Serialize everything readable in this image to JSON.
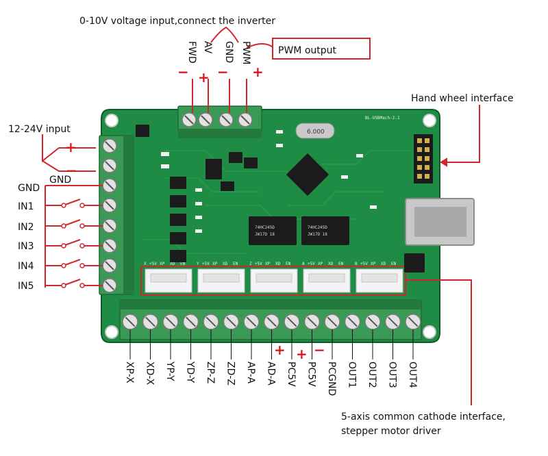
{
  "title_top": "0-10V voltage input,connect the inverter",
  "pwm_output": "PWM output",
  "hand_wheel": "Hand wheel interface",
  "power_input": "12-24V input",
  "power_gnd": "GND",
  "plus": "+",
  "minus": "−",
  "top_terminals": [
    "FWD",
    "AV",
    "GND",
    "PWM"
  ],
  "left_inputs": [
    "GND",
    "IN1",
    "IN2",
    "IN3",
    "IN4",
    "IN5"
  ],
  "bottom_terminals": [
    "XP-X",
    "XD-X",
    "YP-Y",
    "YD-Y",
    "ZP-Z",
    "ZD-Z",
    "AP-A",
    "AD-A",
    "PC5V",
    "PC5V",
    "PCGND",
    "OUT1",
    "OUT2",
    "OUT3",
    "OUT4"
  ],
  "bottom_note_1": "5-axis common cathode interface,",
  "bottom_note_2": "stepper motor driver",
  "board_silk": {
    "board_name": "BL-USBMach-2.1",
    "crystal": "6.000",
    "chip1_line1": "74HC245D",
    "chip1_line2": "JW17D 18",
    "chip2_line1": "74HC245D",
    "chip2_line2": "JW17D 18",
    "axis_labels": [
      "X",
      "Y",
      "Z",
      "A",
      "B"
    ],
    "header_pins": [
      "+5V",
      "XP",
      "XD",
      "EN"
    ]
  },
  "colors": {
    "board": "#1f8c45",
    "board_dark": "#146a33",
    "terminal": "#3a9a55",
    "terminal_dark": "#247a3c",
    "accent_red": "#d3262b",
    "connector": "#f4f4f4"
  }
}
